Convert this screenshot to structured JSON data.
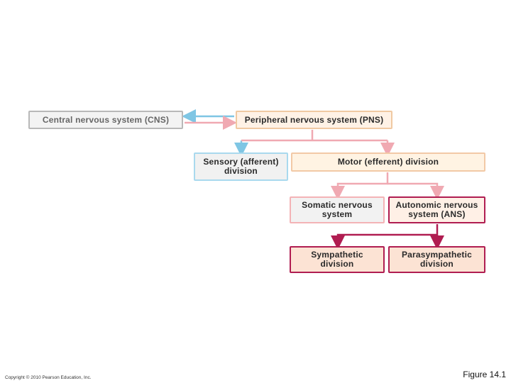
{
  "diagram": {
    "nodes": {
      "cns": {
        "label": "Central nervous system (CNS)"
      },
      "pns": {
        "label": "Peripheral nervous system (PNS)"
      },
      "sensory": {
        "line1": "Sensory (afferent)",
        "line2": "division"
      },
      "motor": {
        "label": "Motor (efferent) division"
      },
      "somatic": {
        "line1": "Somatic nervous",
        "line2": "system"
      },
      "autonomic": {
        "line1": "Autonomic nervous",
        "line2": "system (ANS)"
      },
      "sympathetic": {
        "line1": "Sympathetic",
        "line2": "division"
      },
      "parasympathetic": {
        "line1": "Parasympathetic",
        "line2": "division"
      }
    },
    "colors": {
      "sensory_pathway": "#7fc6e4",
      "motor_pathway": "#f0a9b2",
      "autonomic_pathway": "#b01d51"
    }
  },
  "footer": {
    "copyright": "Copyright © 2010 Pearson Education, Inc.",
    "figure": "Figure 14.1"
  }
}
